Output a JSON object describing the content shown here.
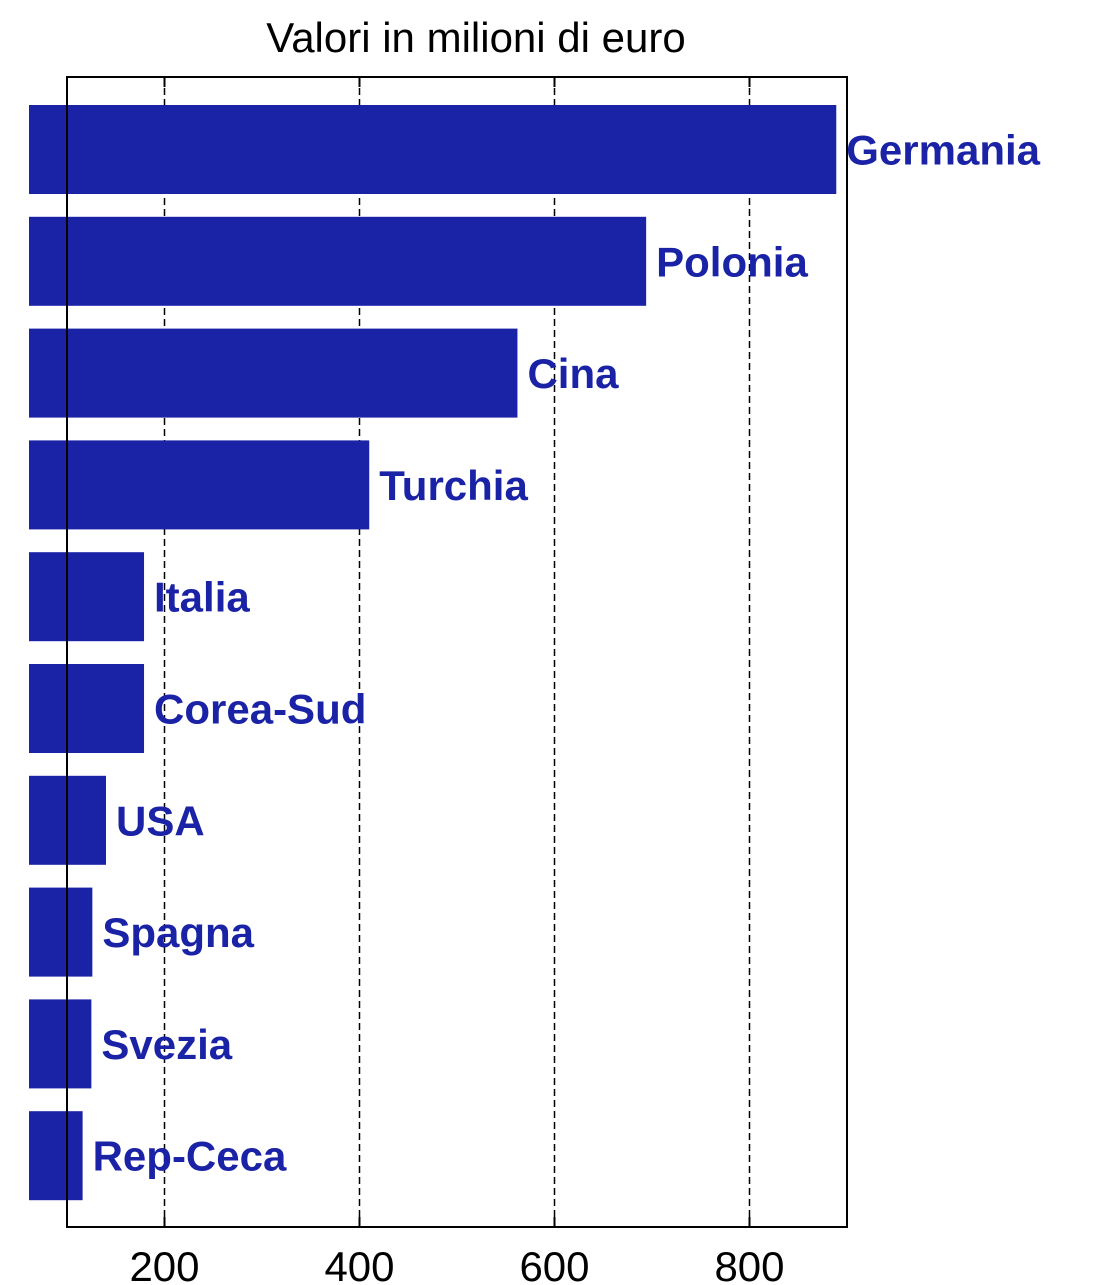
{
  "chart_data": {
    "type": "bar",
    "orientation": "horizontal",
    "title": "Valori in milioni di euro",
    "xlabel": "",
    "ylabel": "",
    "categories": [
      "Germania",
      "Polonia",
      "Cina",
      "Turchia",
      "Italia",
      "Corea-Sud",
      "USA",
      "Spagna",
      "Svezia",
      "Rep-Ceca"
    ],
    "values": [
      889,
      694,
      562,
      410,
      179,
      179,
      140,
      126,
      125,
      116
    ],
    "xlim": [
      100,
      900
    ],
    "xticks": [
      200,
      400,
      600,
      800
    ],
    "grid": "vertical-dashed",
    "bar_color": "#1a22a6",
    "label_color": "#1a22a6",
    "labels_placement": "end-of-bar"
  }
}
